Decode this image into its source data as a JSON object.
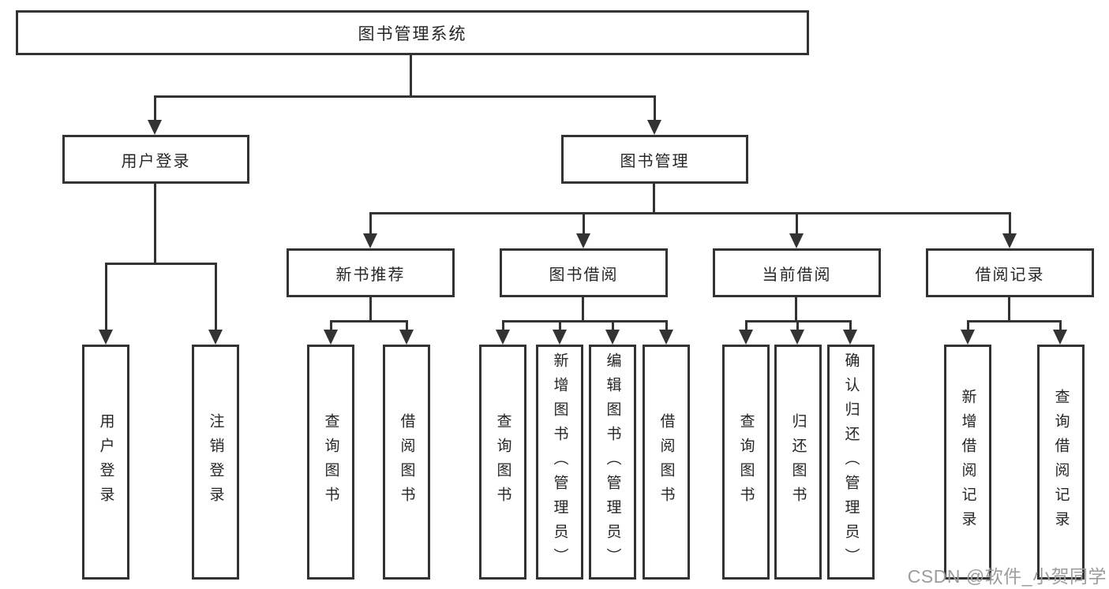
{
  "root": {
    "label": "图书管理系统"
  },
  "level2": {
    "user_login": {
      "label": "用户登录"
    },
    "book_mgmt": {
      "label": "图书管理"
    }
  },
  "level3": {
    "new_book_rec": {
      "label": "新书推荐"
    },
    "book_borrow": {
      "label": "图书借阅"
    },
    "current_borrow": {
      "label": "当前借阅"
    },
    "borrow_records": {
      "label": "借阅记录"
    }
  },
  "leaves": {
    "user_login": [
      "用户登录",
      "注销登录"
    ],
    "new_book_rec": [
      "查询图书",
      "借阅图书"
    ],
    "book_borrow": [
      "查询图书",
      "新增图书（管理员）",
      "编辑图书（管理员）",
      "借阅图书"
    ],
    "current_borrow": [
      "查询图书",
      "归还图书",
      "确认归还（管理员）"
    ],
    "borrow_records": [
      "新增借阅记录",
      "查询借阅记录"
    ]
  },
  "watermark": {
    "text": "CSDN @软件_小贺同学"
  },
  "colors": {
    "line": "#333333",
    "text": "#262626",
    "watermark": "#9c9c9c",
    "background": "#ffffff"
  }
}
